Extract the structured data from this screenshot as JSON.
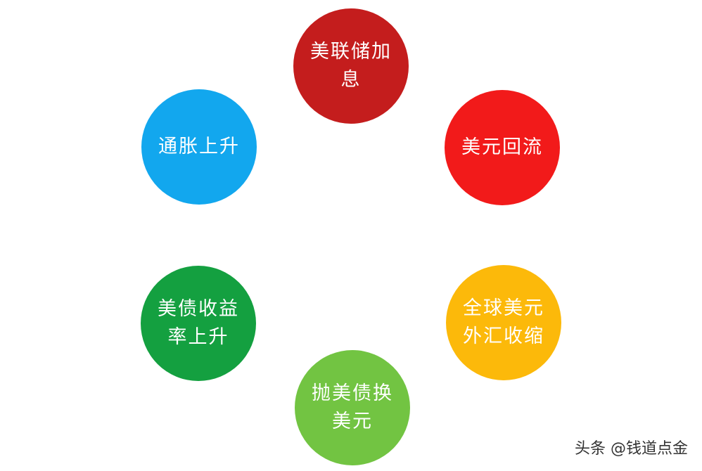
{
  "diagram": {
    "nodes": [
      {
        "id": "fed-rate-hike",
        "label": "美联储加息",
        "color": "#c41d1d"
      },
      {
        "id": "dollar-return",
        "label": "美元回流",
        "color": "#f21a1a"
      },
      {
        "id": "global-fx-shrink",
        "label": "全球美元外汇收缩",
        "color": "#fcb90a"
      },
      {
        "id": "sell-bonds",
        "label": "抛美债换美元",
        "color": "#72c442"
      },
      {
        "id": "bond-yield-rise",
        "label": "美债收益率上升",
        "color": "#14a040"
      },
      {
        "id": "inflation-rise",
        "label": "通胀上升",
        "color": "#12a7ee"
      }
    ],
    "arrow_color": "#a3b8d8"
  },
  "watermark": "头条 @钱道点金"
}
